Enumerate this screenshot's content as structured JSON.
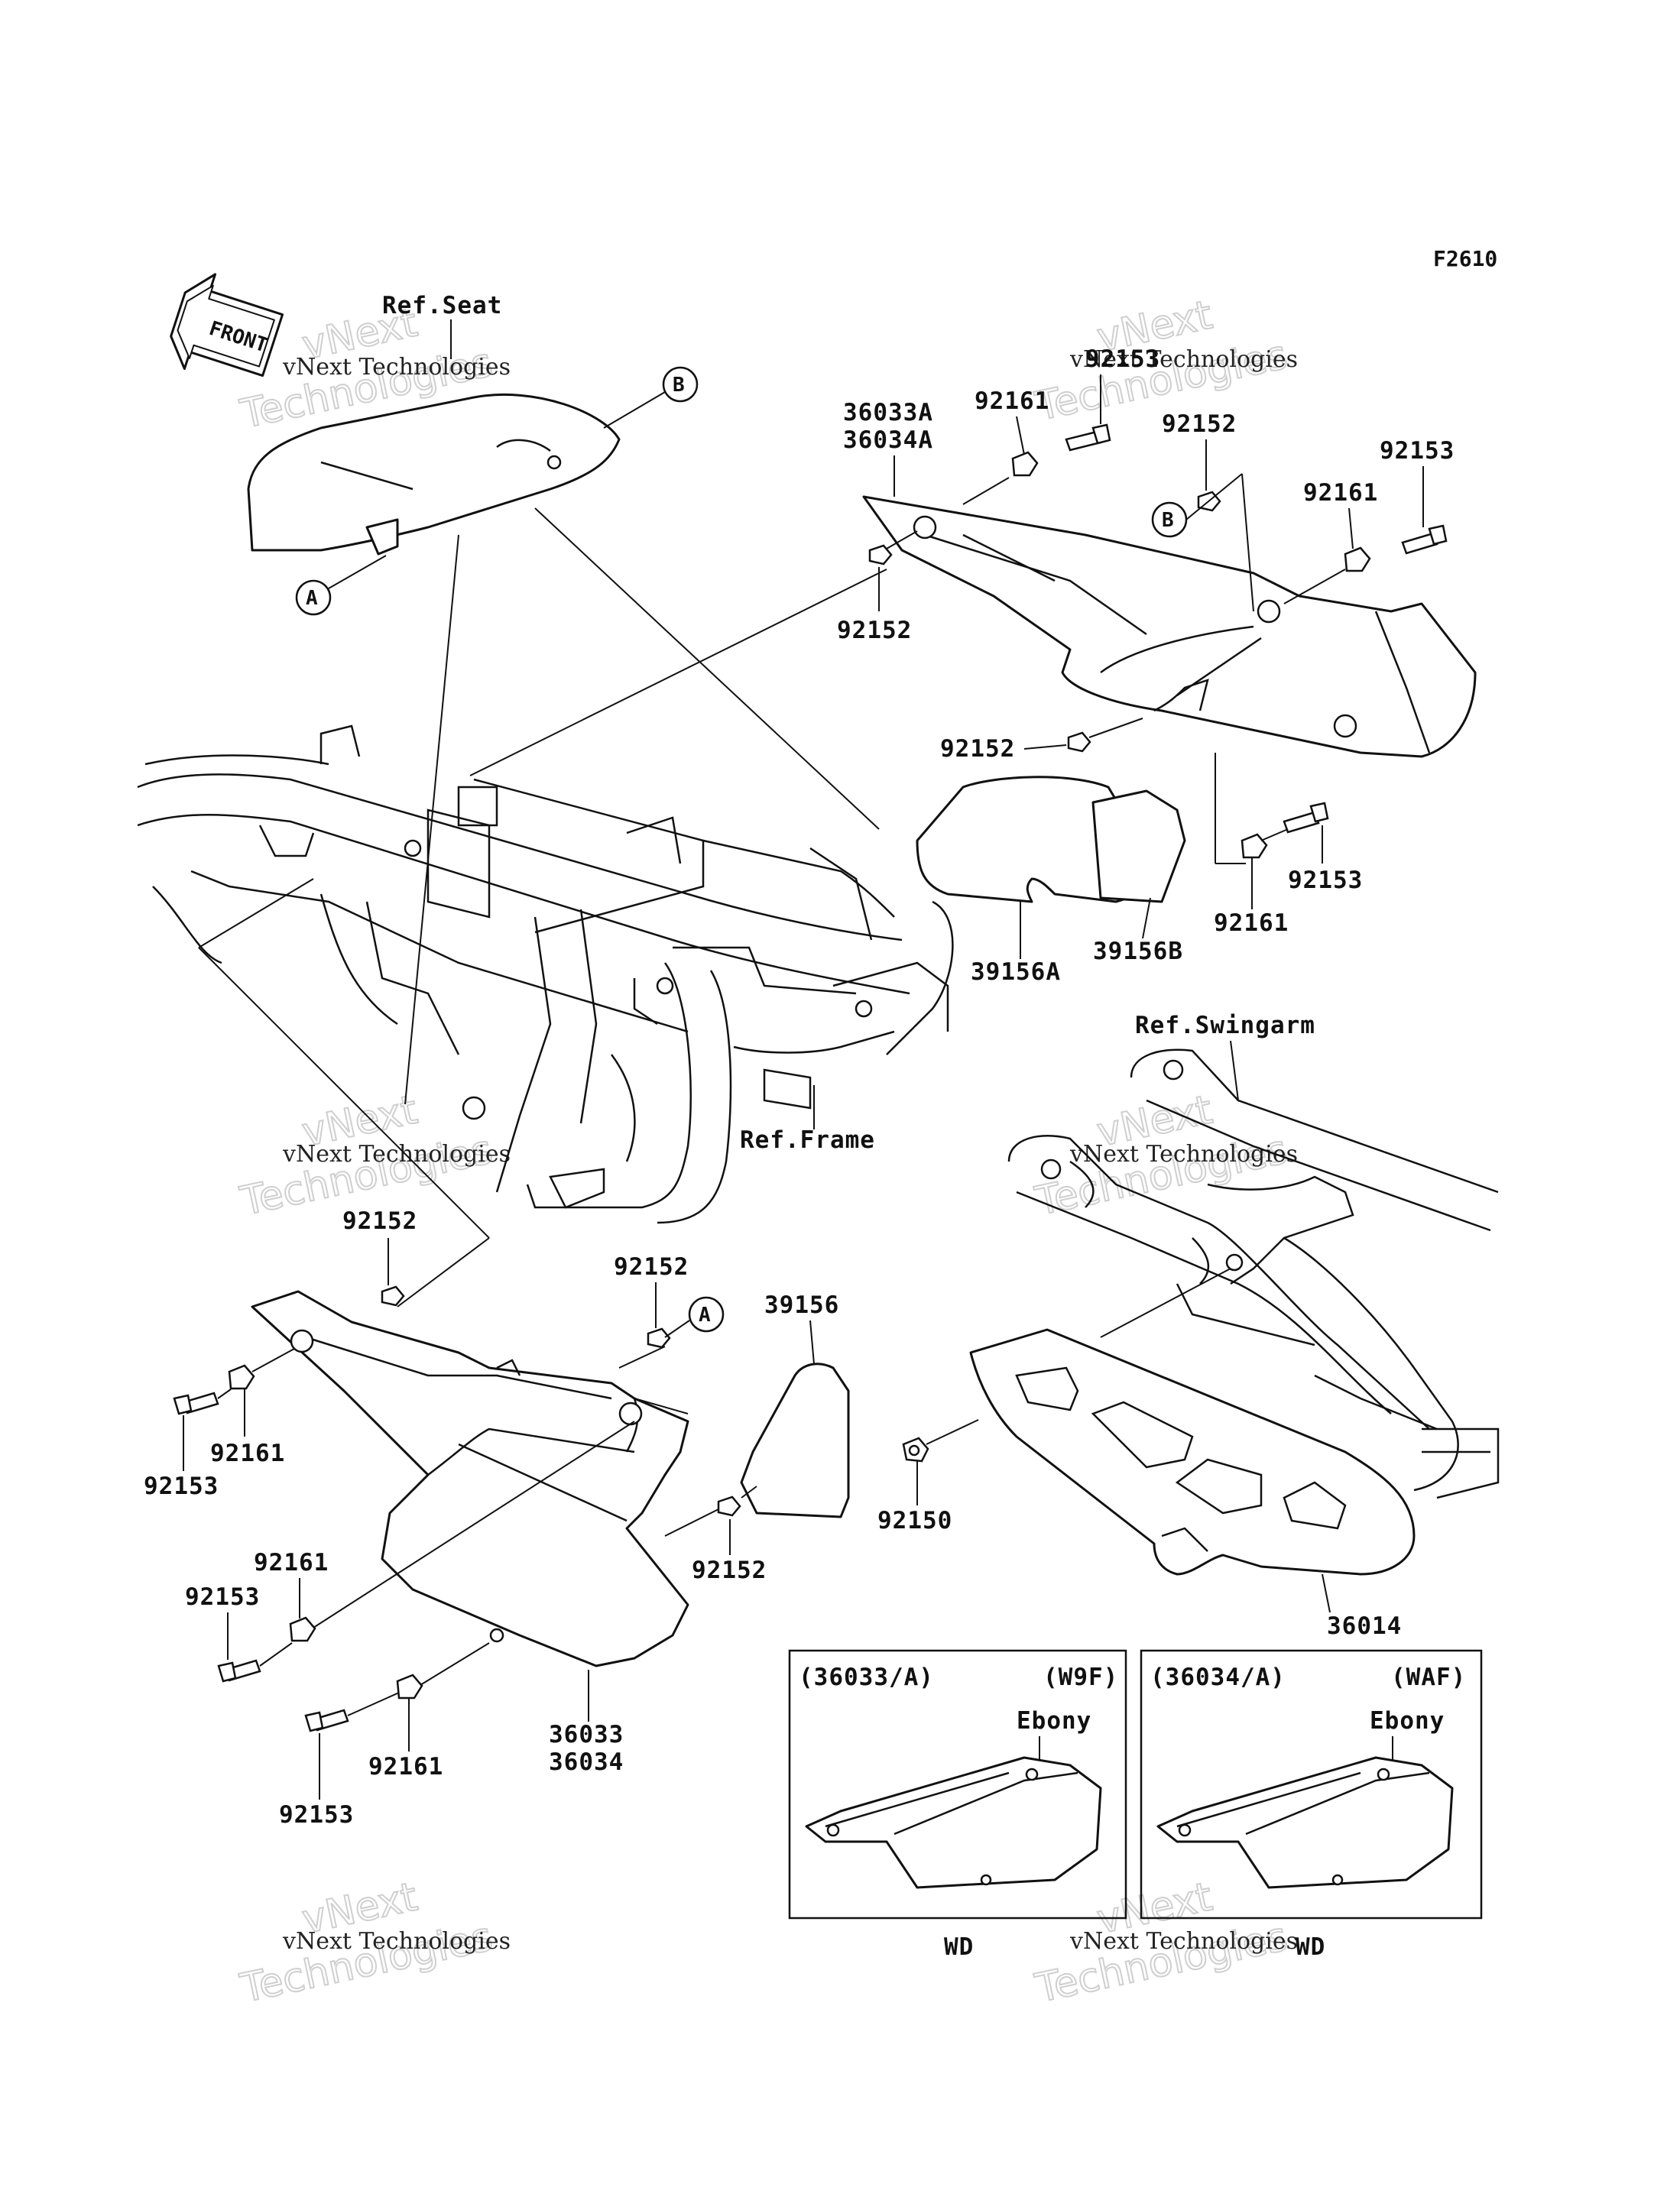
{
  "figure_code": "F2610",
  "front_label": "FRONT",
  "ref_labels": {
    "seat": "Ref.Seat",
    "frame": "Ref.Frame",
    "swingarm": "Ref.Swingarm"
  },
  "callouts": {
    "a": "A",
    "b": "B"
  },
  "part_numbers": {
    "p36033A": "36033A",
    "p36034A": "36034A",
    "p92161_top": "92161",
    "p92153_top": "92153",
    "p92152_top_b": "92152",
    "p92153_top_right": "92153",
    "p92161_top_right": "92161",
    "p92152_top_left": "92152",
    "p92152_mid": "92152",
    "p92153_mid_right": "92153",
    "p92161_mid_right": "92161",
    "p39156A": "39156A",
    "p39156B": "39156B",
    "p92152_left_top": "92152",
    "p92152_left_a": "92152",
    "p39156": "39156",
    "p92161_left": "92161",
    "p92153_left": "92153",
    "p92161_left_low": "92161",
    "p92153_left_low": "92153",
    "p92152_left_mid": "92152",
    "p36033": "36033",
    "p36034": "36034",
    "p92161_bottom": "92161",
    "p92153_bottom": "92153",
    "p92150": "92150",
    "p36014": "36014"
  },
  "variant_boxes": [
    {
      "part": "(36033/A)",
      "code": "(W9F)",
      "color": "Ebony",
      "model": "WD"
    },
    {
      "part": "(36034/A)",
      "code": "(WAF)",
      "color": "Ebony",
      "model": "WD"
    }
  ],
  "watermark": {
    "line1": "vNext Technologies",
    "line2": "vNext",
    "line3": "Technologies"
  }
}
